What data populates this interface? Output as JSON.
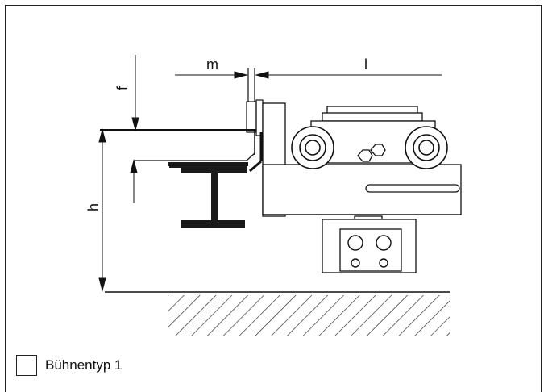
{
  "labels": {
    "m": "m",
    "l": "l",
    "f": "f",
    "h": "h"
  },
  "caption": {
    "label": "Bühnentyp 1"
  }
}
